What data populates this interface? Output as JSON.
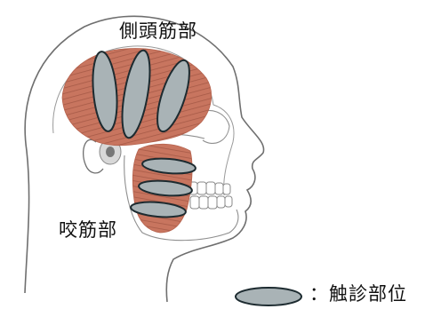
{
  "labels": {
    "temporalis": "側頭筋部",
    "masseter": "咬筋部"
  },
  "legend": {
    "text": "：触診部位"
  },
  "colors": {
    "muscle": "#c8755f",
    "muscle_stripe": "#a65a47",
    "palpation_fill": "#a9b3b6",
    "outline": "#6f6f6f",
    "palpation_stroke": "#1d2b30"
  }
}
